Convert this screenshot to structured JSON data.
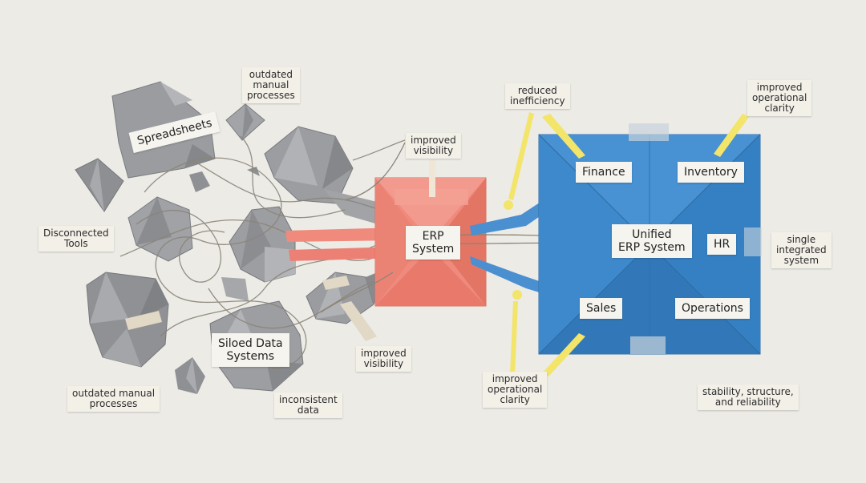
{
  "left": {
    "spreadsheets": "Spreadsheets",
    "outdated_manual_top": "outdated\nmanual\nprocesses",
    "disconnected_tools": "Disconnected\nTools",
    "siloed_data": "Siloed Data\nSystems",
    "outdated_manual_bottom": "outdated manual\nprocesses",
    "inconsistent_data": "inconsistent\ndata",
    "improved_visibility_top": "improved\nvisibility",
    "improved_visibility_bottom": "improved\nvisibility"
  },
  "center": {
    "erp_system": "ERP\nSystem"
  },
  "right": {
    "reduced_inefficiency": "reduced\ninefficiency",
    "improved_clarity_top": "improved\noperational\nclarity",
    "improved_clarity_bottom": "improved\noperational\nclarity",
    "finance": "Finance",
    "inventory": "Inventory",
    "unified_erp": "Unified\nERP System",
    "hr": "HR",
    "sales": "Sales",
    "operations": "Operations",
    "single_integrated": "single\nintegrated\nsystem",
    "stability": "stability, structure,\nand reliability"
  },
  "colors": {
    "background": "#ecebe6",
    "gray_paper": "#9a9ca0",
    "coral_paper": "#ef8a7c",
    "blue_paper": "#3b86c8",
    "label_paper": "#f3f0e8",
    "highlight_yellow": "#f3e46a",
    "string": "#8b8478"
  }
}
